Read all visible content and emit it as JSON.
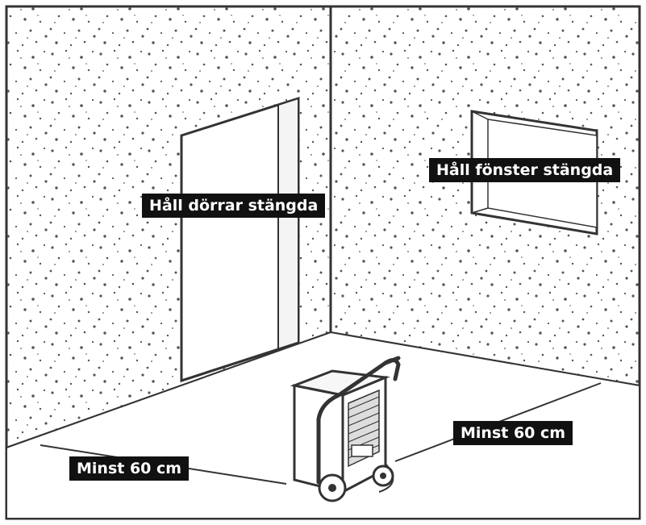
{
  "labels": {
    "door": "Håll dörrar stängda",
    "window": "Håll fönster stängda",
    "distance_left": "Minst 60 cm",
    "distance_right": "Minst 60 cm"
  },
  "colors": {
    "line": "#333333",
    "speckle": "#555555",
    "label_bg": "#111111",
    "label_text": "#ffffff"
  }
}
